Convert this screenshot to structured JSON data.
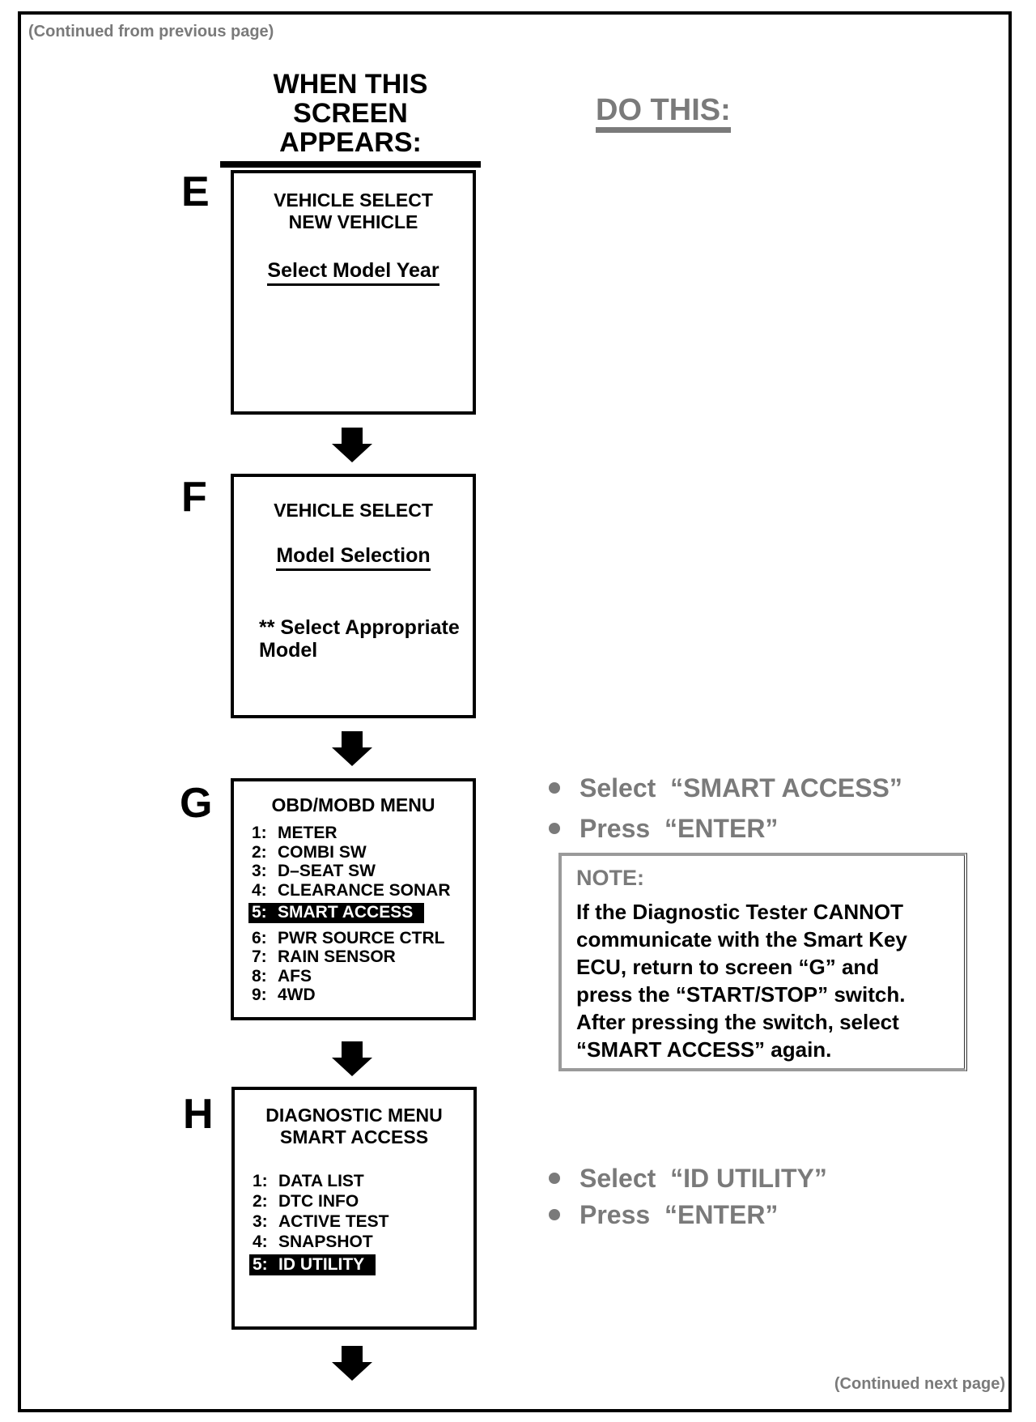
{
  "colors": {
    "gray_text": "#7a7a7a",
    "note_border": "#9a9a9a",
    "highlight_bg": "#000000",
    "highlight_text": "#ffffff"
  },
  "header": {
    "continued_from": "(Continued from previous page)",
    "when_line1": "WHEN THIS",
    "when_line2": "SCREEN APPEARS:",
    "do_this": "DO THIS:"
  },
  "screens": {
    "e": {
      "letter": "E",
      "title1": "VEHICLE SELECT",
      "title2": "NEW VEHICLE",
      "link": "Select Model Year"
    },
    "f": {
      "letter": "F",
      "title1": "VEHICLE SELECT",
      "link": "Model Selection",
      "note1": "** Select Appropriate",
      "note2": "Model"
    },
    "g": {
      "letter": "G",
      "title": "OBD/MOBD MENU",
      "items": [
        {
          "num": "1:",
          "label": "METER"
        },
        {
          "num": "2:",
          "label": "COMBI SW"
        },
        {
          "num": "3:",
          "label": "D–SEAT SW"
        },
        {
          "num": "4:",
          "label": "CLEARANCE SONAR"
        },
        {
          "num": "5:",
          "label": "SMART ACCESS",
          "highlighted": true
        },
        {
          "num": "6:",
          "label": "PWR SOURCE CTRL"
        },
        {
          "num": "7:",
          "label": "RAIN SENSOR"
        },
        {
          "num": "8:",
          "label": "AFS"
        },
        {
          "num": "9:",
          "label": "4WD"
        }
      ]
    },
    "h": {
      "letter": "H",
      "title1": "DIAGNOSTIC MENU",
      "title2": "SMART ACCESS",
      "items": [
        {
          "num": "1:",
          "label": "DATA LIST"
        },
        {
          "num": "2:",
          "label": "DTC INFO"
        },
        {
          "num": "3:",
          "label": "ACTIVE TEST"
        },
        {
          "num": "4:",
          "label": "SNAPSHOT"
        },
        {
          "num": "5:",
          "label": "ID UTILITY",
          "highlighted": true
        }
      ]
    }
  },
  "instructions": {
    "g1": "Select  “SMART ACCESS”",
    "g2": "Press  “ENTER”",
    "h1": "Select  “ID UTILITY”",
    "h2": "Press  “ENTER”"
  },
  "note": {
    "label": "NOTE:",
    "line1": "If the Diagnostic Tester CANNOT",
    "line2": "communicate with the Smart Key",
    "line3": "ECU, return to screen “G” and",
    "line4": "press the “START/STOP” switch.",
    "line5": "After pressing the switch, select",
    "line6": "“SMART ACCESS” again."
  },
  "footer": {
    "continued_next": "(Continued next page)"
  }
}
